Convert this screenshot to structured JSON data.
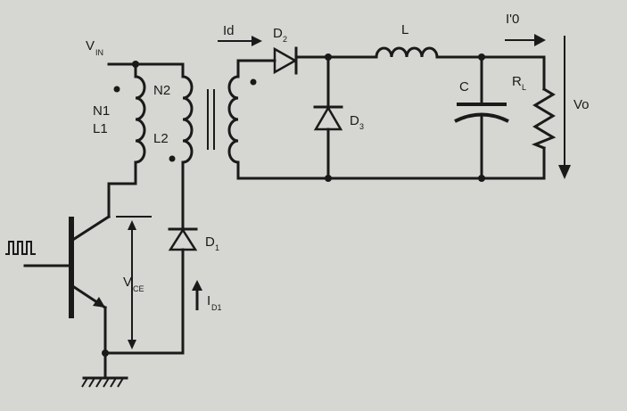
{
  "labels": {
    "vin": "V",
    "vin_sub": "IN",
    "n1": "N1",
    "l1": "L1",
    "n2": "N2",
    "l2": "L2",
    "id": "Id",
    "d2": "D",
    "d2_sub": "2",
    "d3": "D",
    "d3_sub": "3",
    "d1": "D",
    "d1_sub": "1",
    "l": "L",
    "io": "I'0",
    "c": "C",
    "rl": "R",
    "rl_sub": "L",
    "vo": "Vo",
    "vce": "V",
    "vce_sub": "CE",
    "id1": "I",
    "id1_sub": "D1"
  },
  "colors": {
    "background": "#d6d6d2",
    "ink": "#1a1a1a"
  }
}
